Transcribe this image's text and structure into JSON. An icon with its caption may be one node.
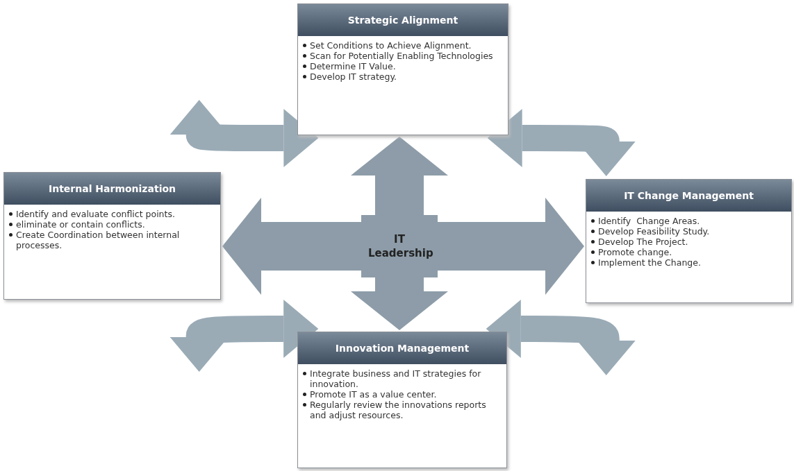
{
  "diagram": {
    "nodes": [
      {
        "text": [
          "Strategic Alignment",
          "Set Conditions to Achieve Alignment.",
          "Scan for Potentially Enabling Technologies",
          "Determine IT Value.",
          "Develop IT strategy."
        ]
      },
      {
        "text": [
          "Internal Harmonization",
          "Identify and evaluate conflict points.",
          "eliminate or contain conflicts.",
          "Create Coordination between internal processes."
        ]
      },
      {
        "text": [
          "IT Leadership"
        ]
      },
      {
        "text": [
          "IT Change Management",
          "Identify  Change Areas.",
          "Develop Feasibility Study.",
          "Develop The Project.",
          "Promote change.",
          "Implement the Change."
        ]
      },
      {
        "text": [
          "Innovation Management",
          "Integrate business and IT strategies for innovation.",
          "Promote IT as a value center.",
          "Regularly review the innovations reports  and adjust resources."
        ]
      }
    ],
    "edges": [
      {
        "from": 2,
        "to": 0,
        "arrow": "to",
        "style": "thick"
      },
      {
        "from": 2,
        "to": 1,
        "arrow": "to",
        "style": "thick"
      },
      {
        "from": 2,
        "to": 3,
        "arrow": "to",
        "style": "thick"
      },
      {
        "from": 2,
        "to": 4,
        "arrow": "to",
        "style": "thick"
      },
      {
        "from": 1,
        "to": 0,
        "arrow": "both"
      },
      {
        "from": 0,
        "to": 3,
        "arrow": "both"
      },
      {
        "from": 3,
        "to": 4,
        "arrow": "both"
      },
      {
        "from": 4,
        "to": 1,
        "arrow": "both"
      }
    ]
  }
}
